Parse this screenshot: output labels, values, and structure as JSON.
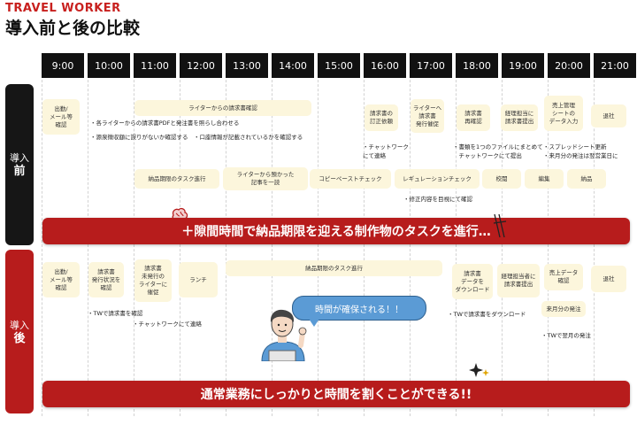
{
  "brand": "TRAVEL WORKER",
  "title": "導入前と後の比較",
  "hours": [
    "9:00",
    "10:00",
    "11:00",
    "12:00",
    "13:00",
    "14:00",
    "15:00",
    "16:00",
    "17:00",
    "18:00",
    "19:00",
    "20:00",
    "21:00"
  ],
  "before": {
    "label_top": "導入",
    "label_bottom": "前",
    "boxes": {
      "b1": "出勤/\nメール等\n確認",
      "b2": "ライターからの請求書確認",
      "b3": "請求書の\n訂正依頼",
      "b4": "ライターへ\n請求書\n発行催促",
      "b5": "請求書\n再確認",
      "b6": "経理担当に\n請求書提出",
      "b7": "売上管理\nシートの\nデータ入力",
      "b8": "退社",
      "b9": "納品期限のタスク進行",
      "b10": "ライターから預かった\n記事を一読",
      "b11": "コピーペーストチェック",
      "b12": "レギュレーションチェック",
      "b13": "校閲",
      "b14": "編集",
      "b15": "納品"
    },
    "notes": {
      "n1": "・各ライターからの請求書PDFと発注書を照らし合わせる",
      "n2": "・源泉徴収額に誤りがないか確認する　・口座情報が記載されているかを確認する",
      "n3": "・チャットワーク\nにて連絡",
      "n4": "・書類を1つのファイルにまとめて\n　チャットワークにて提出",
      "n5": "・スプレッドシート更新\n・来月分の発注は翌営業日に",
      "n6": "・修正内容を目視にて確認"
    },
    "banner": "＋隙間時間で納品期限を迎える制作物のタスクを進行…"
  },
  "after": {
    "label_top": "導入",
    "label_bottom": "後",
    "boxes": {
      "a1": "出勤/\nメール等\n確認",
      "a2": "請求書\n発行状況を\n確認",
      "a3": "請求書\n未発行の\nライターに\n催促",
      "a4": "ランチ",
      "a5": "納品期限のタスク進行",
      "a6": "請求書\nデータを\nダウンロード",
      "a7": "経理担当者に\n請求書提出",
      "a8": "売上データ\n確認",
      "a9": "来月分の発注",
      "a10": "退社"
    },
    "notes": {
      "n1": "・TWで請求書を確認",
      "n2": "・チャットワークにて連絡",
      "n3": "・TWで請求書をダウンロード",
      "n4": "・TWで翌月の発注"
    },
    "bubble": "時間が確保される！！",
    "banner": "通常業務にしっかりと時間を割くことができる!!"
  },
  "colors": {
    "accent_red": "#b71c1c",
    "box_cream": "#fcf6dc",
    "header_black": "#111111",
    "bubble_blue": "#5b9bd5"
  },
  "icons": [
    "brain-icon",
    "worker-at-laptop-illustration",
    "sparkle-icon"
  ]
}
